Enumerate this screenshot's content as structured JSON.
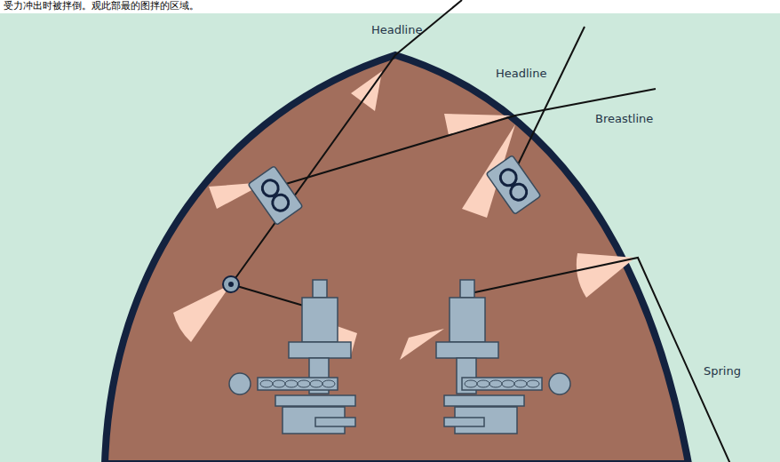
{
  "diagram": {
    "labels": [
      "受力冲出时被拌倒。观此部最的图拌的区域。",
      "Headline",
      "Headline",
      "Breastline",
      "Spring"
    ]
  }
}
